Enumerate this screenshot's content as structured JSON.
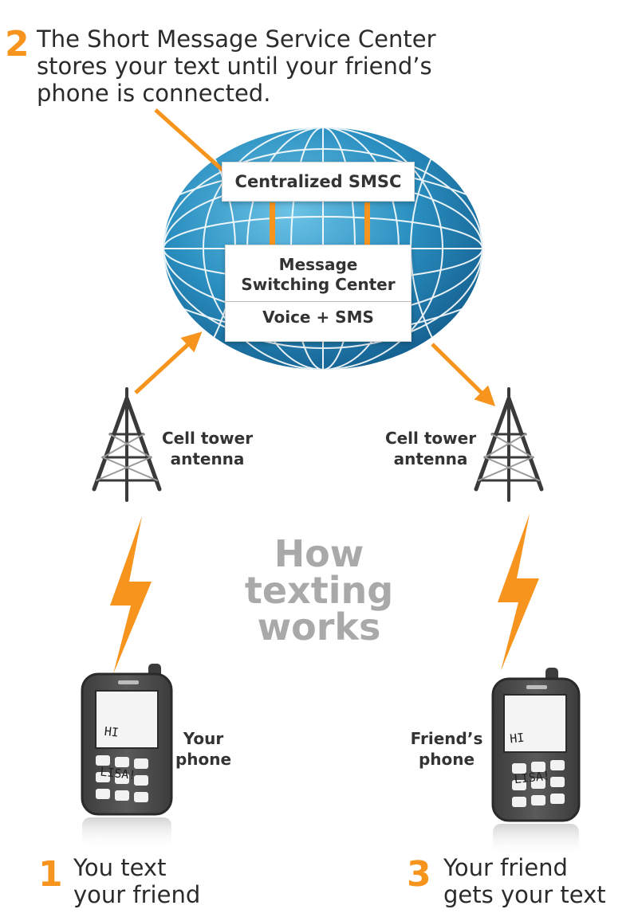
{
  "steps": {
    "step1": {
      "number": "1",
      "line1": "You text",
      "line2": "your friend"
    },
    "step2": {
      "number": "2",
      "line1": "The Short Message Service Center",
      "line2": "stores your text until your friend’s",
      "line3": "phone is connected."
    },
    "step3": {
      "number": "3",
      "line1": "Your friend",
      "line2": "gets your text"
    }
  },
  "network": {
    "smsc_label": "Centralized SMSC",
    "msc_line1": "Message",
    "msc_line2": "Switching Center",
    "msc_sub": "Voice + SMS"
  },
  "towers": {
    "left": {
      "line1": "Cell tower",
      "line2": "antenna"
    },
    "right": {
      "line1": "Cell tower",
      "line2": "antenna"
    }
  },
  "phones": {
    "left": {
      "screen_line1": "HI",
      "screen_line2": "LISA!",
      "label_line1": "Your",
      "label_line2": "phone"
    },
    "right": {
      "screen_line1": "HI",
      "screen_line2": "LISA!",
      "label_line1": "Friend’s",
      "label_line2": "phone"
    }
  },
  "title": {
    "line1": "How",
    "line2": "texting",
    "line3": "works"
  },
  "colors": {
    "accent": "#F7941D",
    "globe": "#2A8FC0",
    "phone_body": "#4A4A4A",
    "title_gray": "#A9A9A9"
  },
  "icons": [
    "globe-icon",
    "cell-tower-icon",
    "lightning-bolt-icon",
    "mobile-phone-icon",
    "arrow-icon"
  ]
}
